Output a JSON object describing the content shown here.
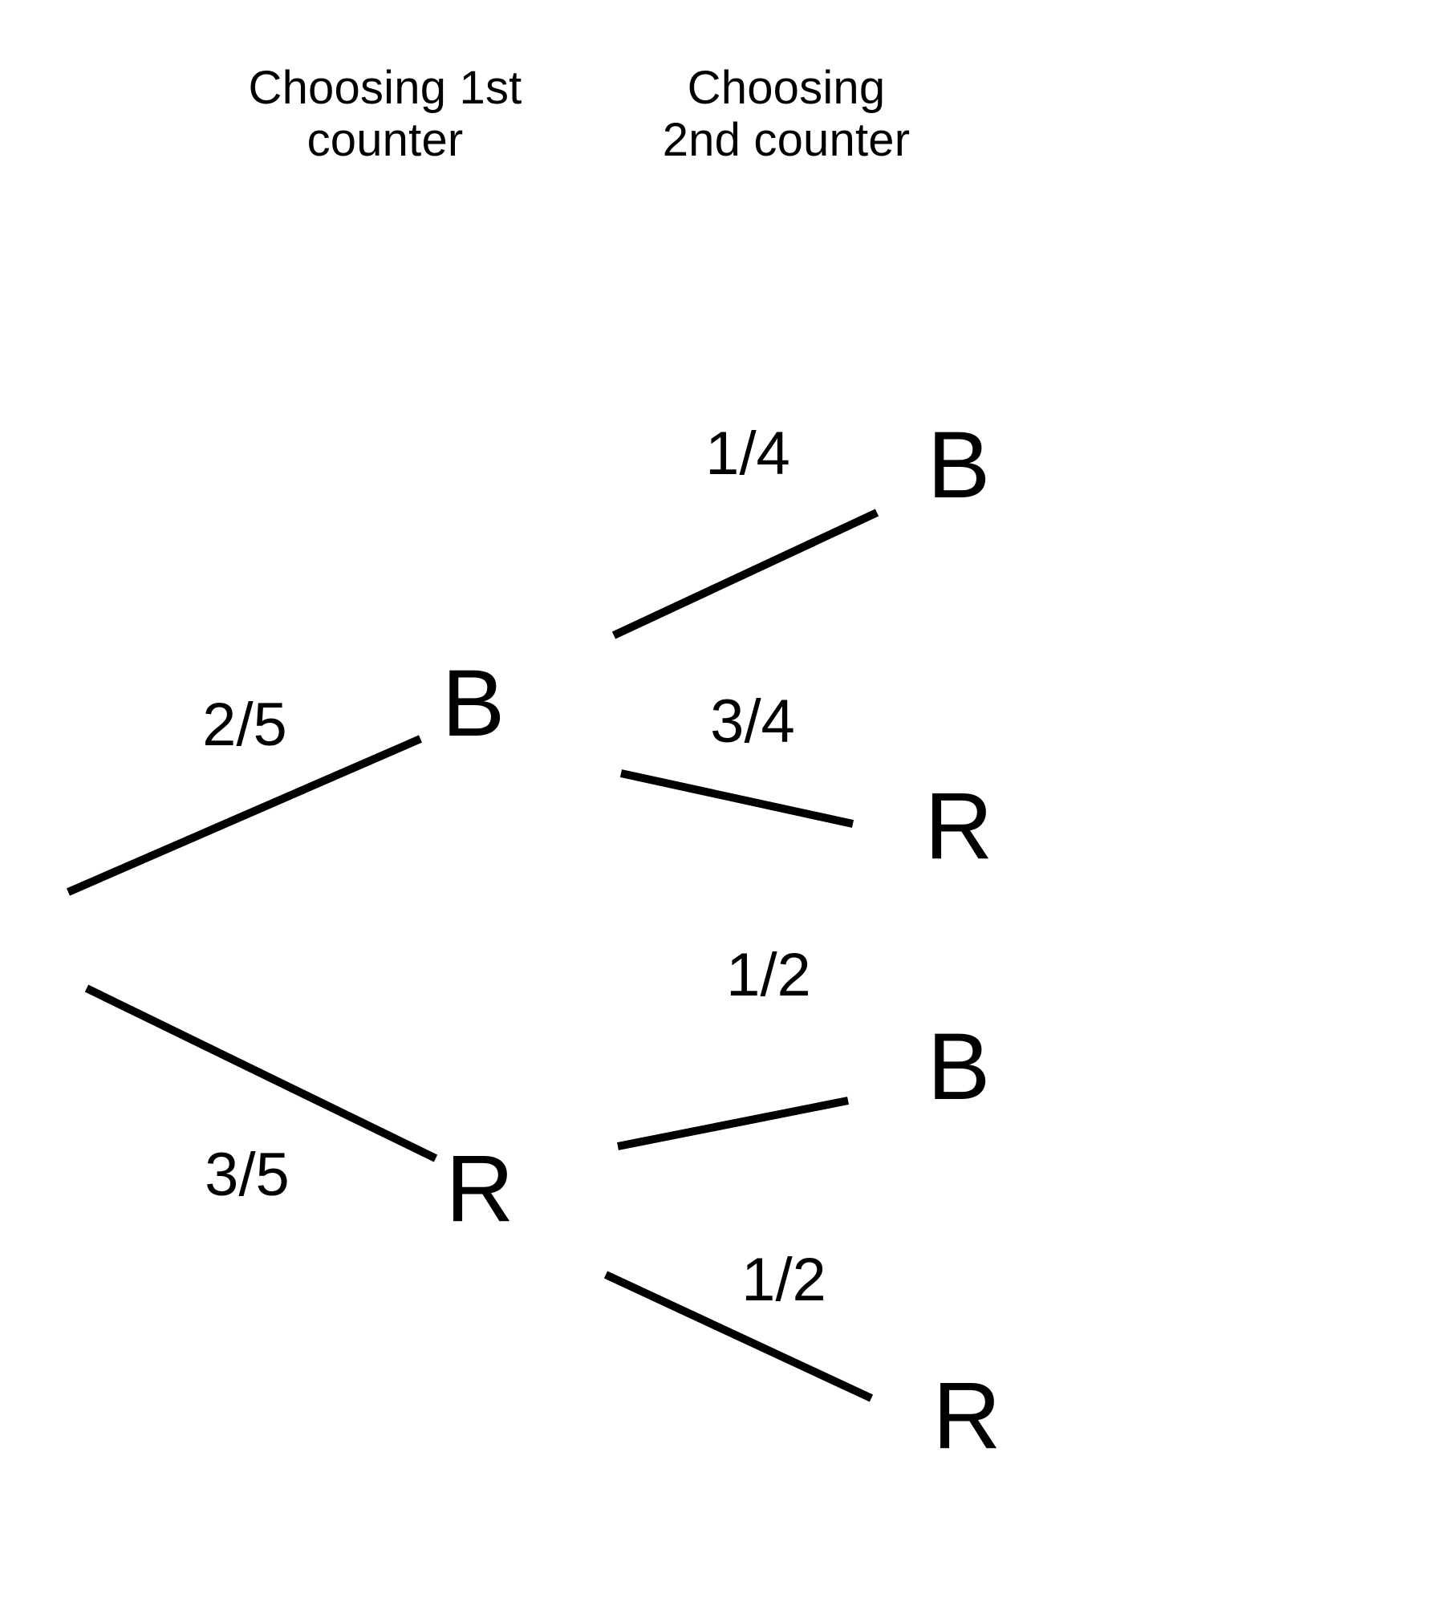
{
  "diagram": {
    "title_not_shown": "",
    "background_color": "#ffffff",
    "ink_color": "#000000",
    "headers": [
      {
        "id": "first-counter",
        "text": "Choosing 1st\ncounter"
      },
      {
        "id": "second-counter",
        "text": "Choosing\n2nd counter"
      }
    ],
    "nodes": [
      {
        "id": "level1-blue",
        "label": "B"
      },
      {
        "id": "level1-red",
        "label": "R"
      },
      {
        "id": "level2-bb",
        "label": "B"
      },
      {
        "id": "level2-br",
        "label": "R"
      },
      {
        "id": "level2-rb",
        "label": "B"
      },
      {
        "id": "level2-rr",
        "label": "R"
      }
    ],
    "branch_labels": [
      {
        "id": "root-to-blue",
        "text": "2/5"
      },
      {
        "id": "root-to-red",
        "text": "3/5"
      },
      {
        "id": "blue-to-blue",
        "text": "1/4"
      },
      {
        "id": "blue-to-red",
        "text": "3/4"
      },
      {
        "id": "red-to-blue",
        "text": "1/2"
      },
      {
        "id": "red-to-red",
        "text": "1/2"
      }
    ]
  },
  "chart_data": {
    "type": "diagram",
    "subtype": "probability-tree",
    "title": "",
    "stage_labels": [
      "Choosing 1st counter",
      "Choosing 2nd counter"
    ],
    "outcome_symbols": {
      "B": "B",
      "R": "R"
    },
    "branches": [
      {
        "from": "root",
        "to": "B",
        "probability": "2/5",
        "value": 0.4
      },
      {
        "from": "root",
        "to": "R",
        "probability": "3/5",
        "value": 0.6
      },
      {
        "from": "B",
        "to": "B",
        "probability": "1/4",
        "value": 0.25
      },
      {
        "from": "B",
        "to": "R",
        "probability": "3/4",
        "value": 0.75
      },
      {
        "from": "R",
        "to": "B",
        "probability": "1/2",
        "value": 0.5
      },
      {
        "from": "R",
        "to": "R",
        "probability": "1/2",
        "value": 0.5
      }
    ],
    "paths": [
      {
        "outcome": "BB",
        "probability": "2/5 x 1/4"
      },
      {
        "outcome": "BR",
        "probability": "2/5 x 3/4"
      },
      {
        "outcome": "RB",
        "probability": "3/5 x 1/2"
      },
      {
        "outcome": "RR",
        "probability": "3/5 x 1/2"
      }
    ],
    "legend": [],
    "grid": false
  }
}
